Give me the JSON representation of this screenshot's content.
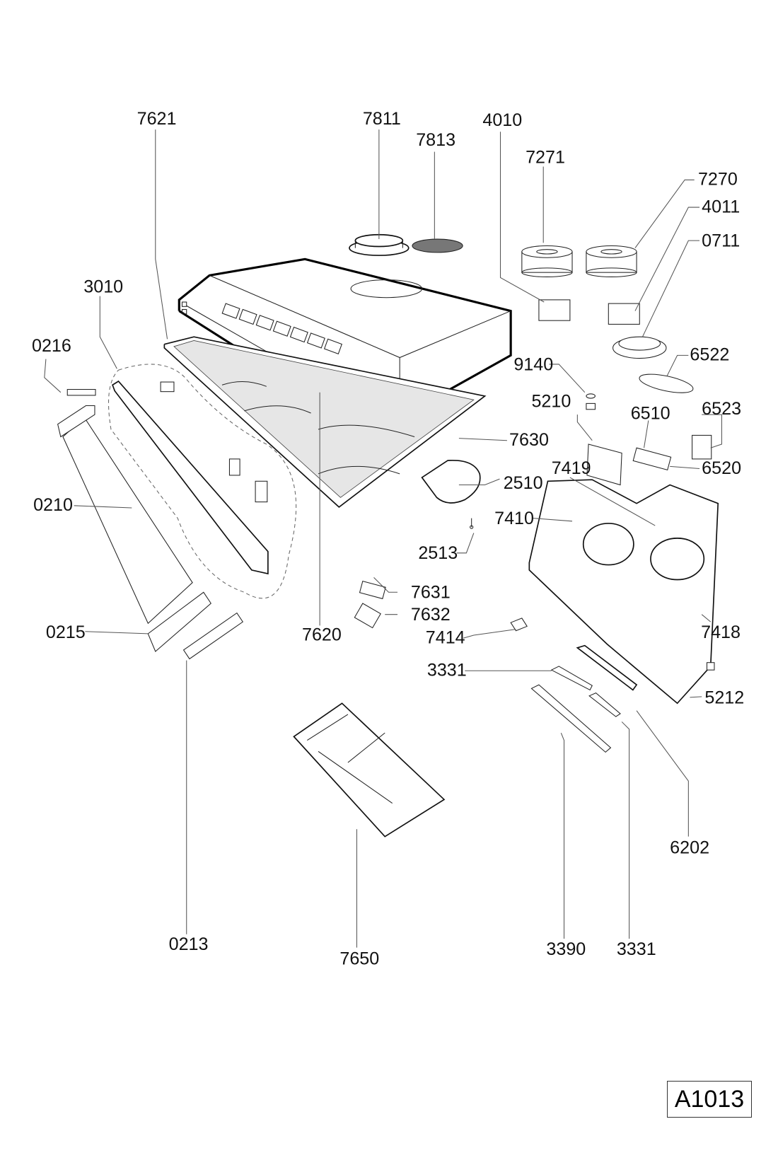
{
  "diagram": {
    "type": "exploded-parts-view",
    "subject": "cooker hood",
    "reference_code": "A1013",
    "parts": [
      {
        "id": "p7621",
        "number": "7621"
      },
      {
        "id": "p7811",
        "number": "7811"
      },
      {
        "id": "p7813",
        "number": "7813"
      },
      {
        "id": "p4010",
        "number": "4010"
      },
      {
        "id": "p7271",
        "number": "7271"
      },
      {
        "id": "p7270",
        "number": "7270"
      },
      {
        "id": "p4011",
        "number": "4011"
      },
      {
        "id": "p0711",
        "number": "0711"
      },
      {
        "id": "p3010",
        "number": "3010"
      },
      {
        "id": "p0216",
        "number": "0216"
      },
      {
        "id": "p9140",
        "number": "9140"
      },
      {
        "id": "p6522",
        "number": "6522"
      },
      {
        "id": "p5210",
        "number": "5210"
      },
      {
        "id": "p6510",
        "number": "6510"
      },
      {
        "id": "p6523",
        "number": "6523"
      },
      {
        "id": "p7630",
        "number": "7630"
      },
      {
        "id": "p6520",
        "number": "6520"
      },
      {
        "id": "p7419",
        "number": "7419"
      },
      {
        "id": "p2510",
        "number": "2510"
      },
      {
        "id": "p0210",
        "number": "0210"
      },
      {
        "id": "p7410",
        "number": "7410"
      },
      {
        "id": "p2513",
        "number": "2513"
      },
      {
        "id": "p7631",
        "number": "7631"
      },
      {
        "id": "p7632",
        "number": "7632"
      },
      {
        "id": "p7414",
        "number": "7414"
      },
      {
        "id": "p7418",
        "number": "7418"
      },
      {
        "id": "p0215",
        "number": "0215"
      },
      {
        "id": "p7620",
        "number": "7620"
      },
      {
        "id": "p3331a",
        "number": "3331"
      },
      {
        "id": "p5212",
        "number": "5212"
      },
      {
        "id": "p6202",
        "number": "6202"
      },
      {
        "id": "p0213",
        "number": "0213"
      },
      {
        "id": "p7650",
        "number": "7650"
      },
      {
        "id": "p3390",
        "number": "3390"
      },
      {
        "id": "p3331b",
        "number": "3331"
      }
    ]
  }
}
